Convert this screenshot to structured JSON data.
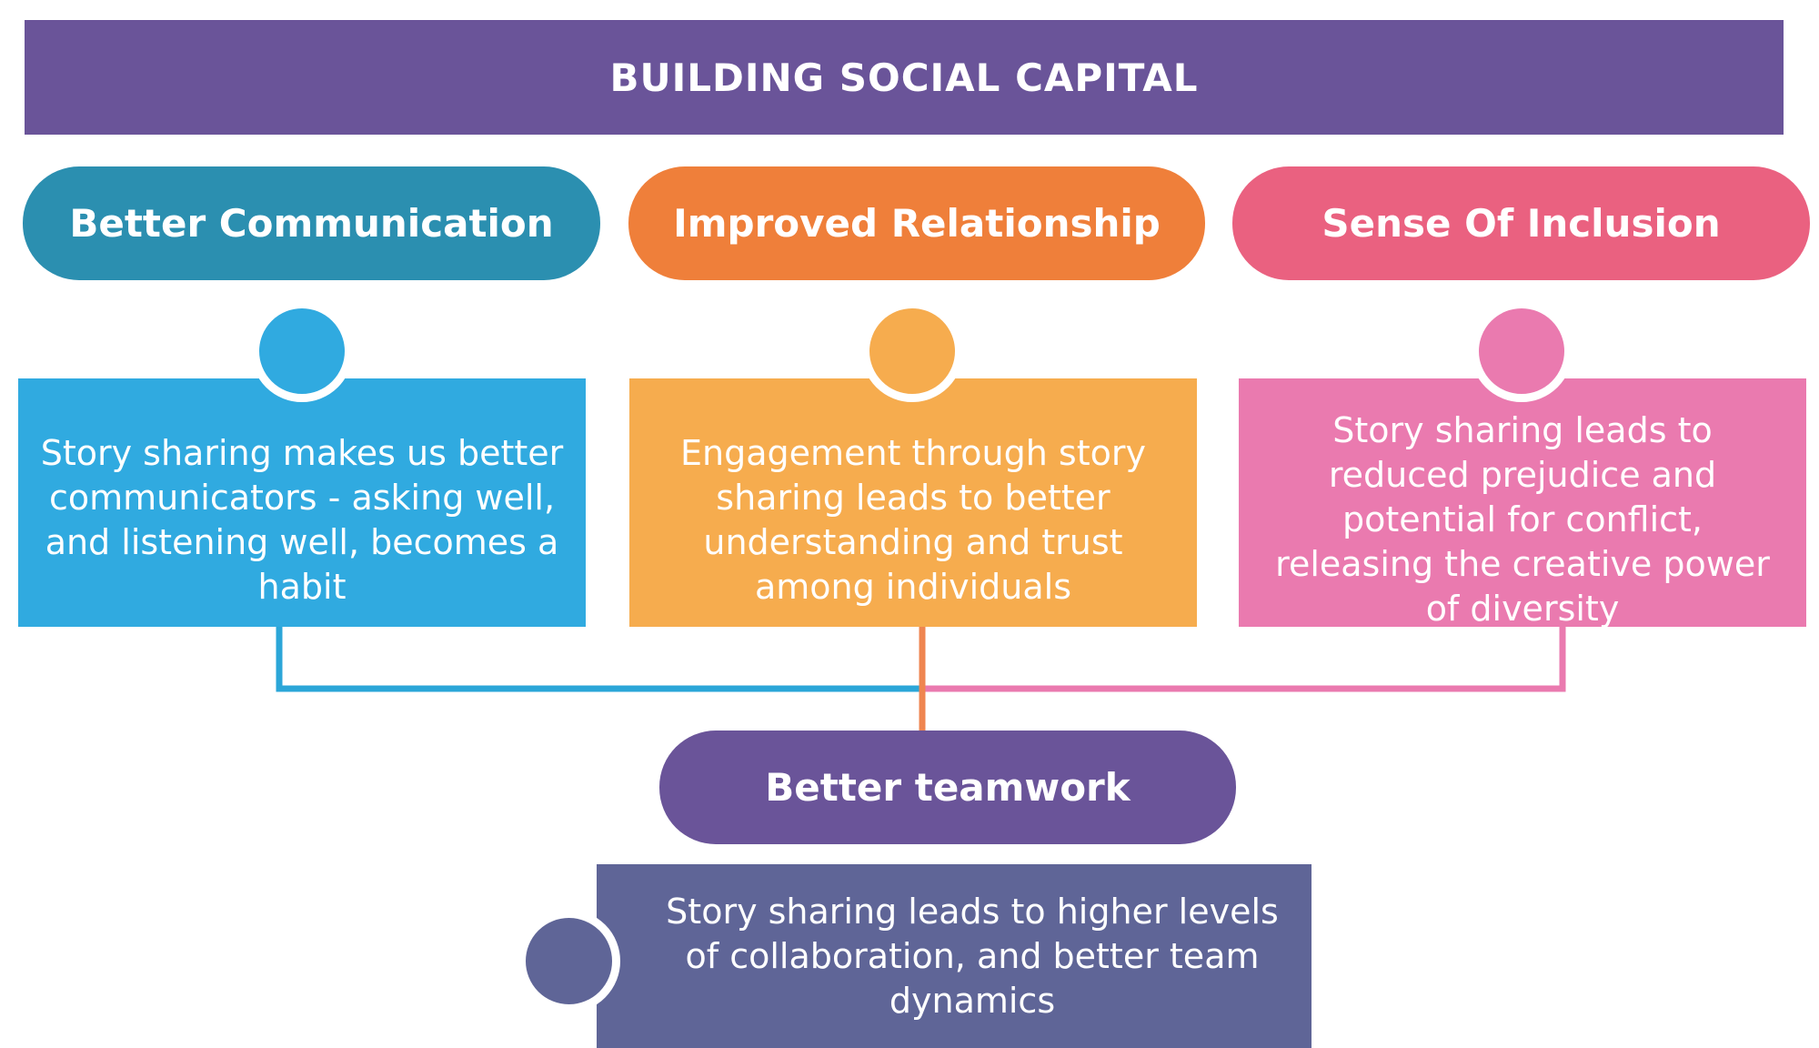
{
  "title": "BUILDING SOCIAL CAPITAL",
  "pillars": [
    {
      "heading": "Better Communication",
      "text": "Story sharing makes us better communicators - asking well, and listening well, becomes a habit",
      "color": "#30aae0",
      "heading_color": "#2b8fb0"
    },
    {
      "heading": "Improved Relationship",
      "text": "Engagement through story sharing leads to better understanding and trust among individuals",
      "color": "#f6ac4e",
      "heading_color": "#ef7f3a"
    },
    {
      "heading": "Sense Of Inclusion",
      "text": "Story sharing leads to reduced prejudice and potential for conflict, releasing the creative power of diversity",
      "color": "#ea7aaf",
      "heading_color": "#ea6180"
    }
  ],
  "outcome": {
    "heading": "Better teamwork",
    "text": "Story sharing leads to higher levels of collaboration, and better team dynamics",
    "heading_color": "#6a5499",
    "color": "#5f6597"
  },
  "banner_color": "#6a5499"
}
